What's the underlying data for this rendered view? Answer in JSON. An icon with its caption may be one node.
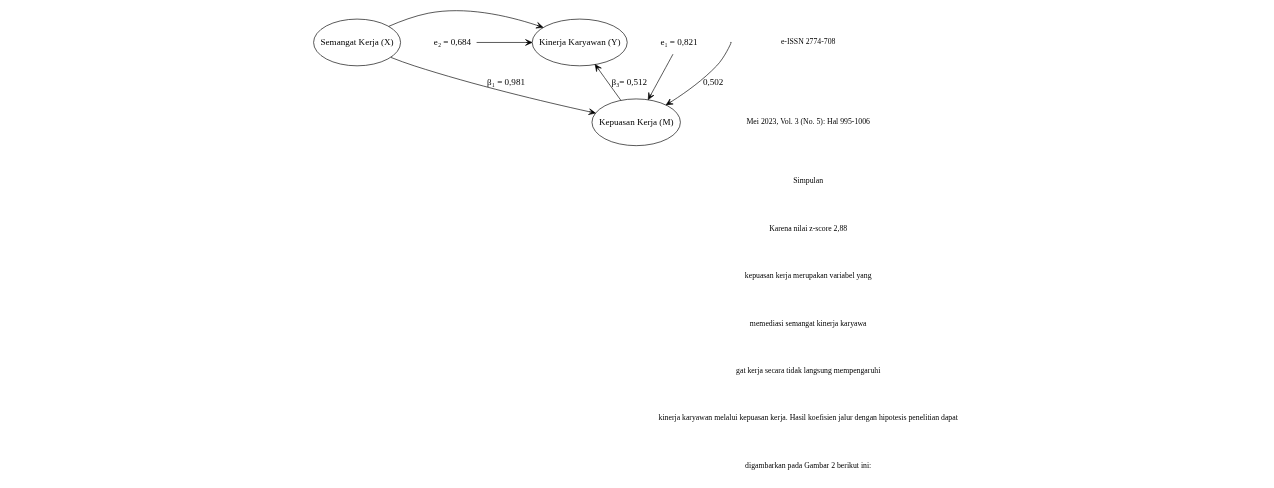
{
  "diagram": {
    "nodes": [
      {
        "text": [
          "Semangat Kerja (X)"
        ]
      },
      {
        "text": [
          "Kinerja Karyawan (Y)"
        ]
      },
      {
        "text": [
          "Kepuasan Kerja (M)"
        ]
      },
      {
        "text": [
          "e₂ = 0,684"
        ]
      },
      {
        "text": [
          "e₁ = 0,821"
        ]
      }
    ],
    "edges": [
      {
        "from": 0,
        "to": 1,
        "arrow": "to"
      },
      {
        "from": null,
        "to": 2,
        "arrow": "to",
        "label": "0,502"
      },
      {
        "from": 0,
        "to": 2,
        "arrow": "to",
        "label": "β₁ = 0,981"
      },
      {
        "from": 2,
        "to": 1,
        "arrow": "to",
        "label": "β₃= 0,512"
      },
      {
        "from": 3,
        "to": 1,
        "arrow": "to"
      },
      {
        "from": 4,
        "to": 2,
        "arrow": "to"
      }
    ],
    "labels": [
      "e-ISSN 2774-708",
      "Mei 2023, Vol. 3 (No. 5): Hal 995-1006",
      "Simpulan",
      "Karena nilai z-score 2,88",
      "kepuasan kerja merupakan variabel yang",
      "memediasi semangat kinerja karyawa",
      "gat kerja secara tidak langsung mempengaruhi",
      "kinerja karyawan melalui kepuasan kerja. Hasil koefisien jalur dengan hipotesis penelitian dapat",
      "digambarkan pada Gambar 2 berikut ini:"
    ]
  }
}
